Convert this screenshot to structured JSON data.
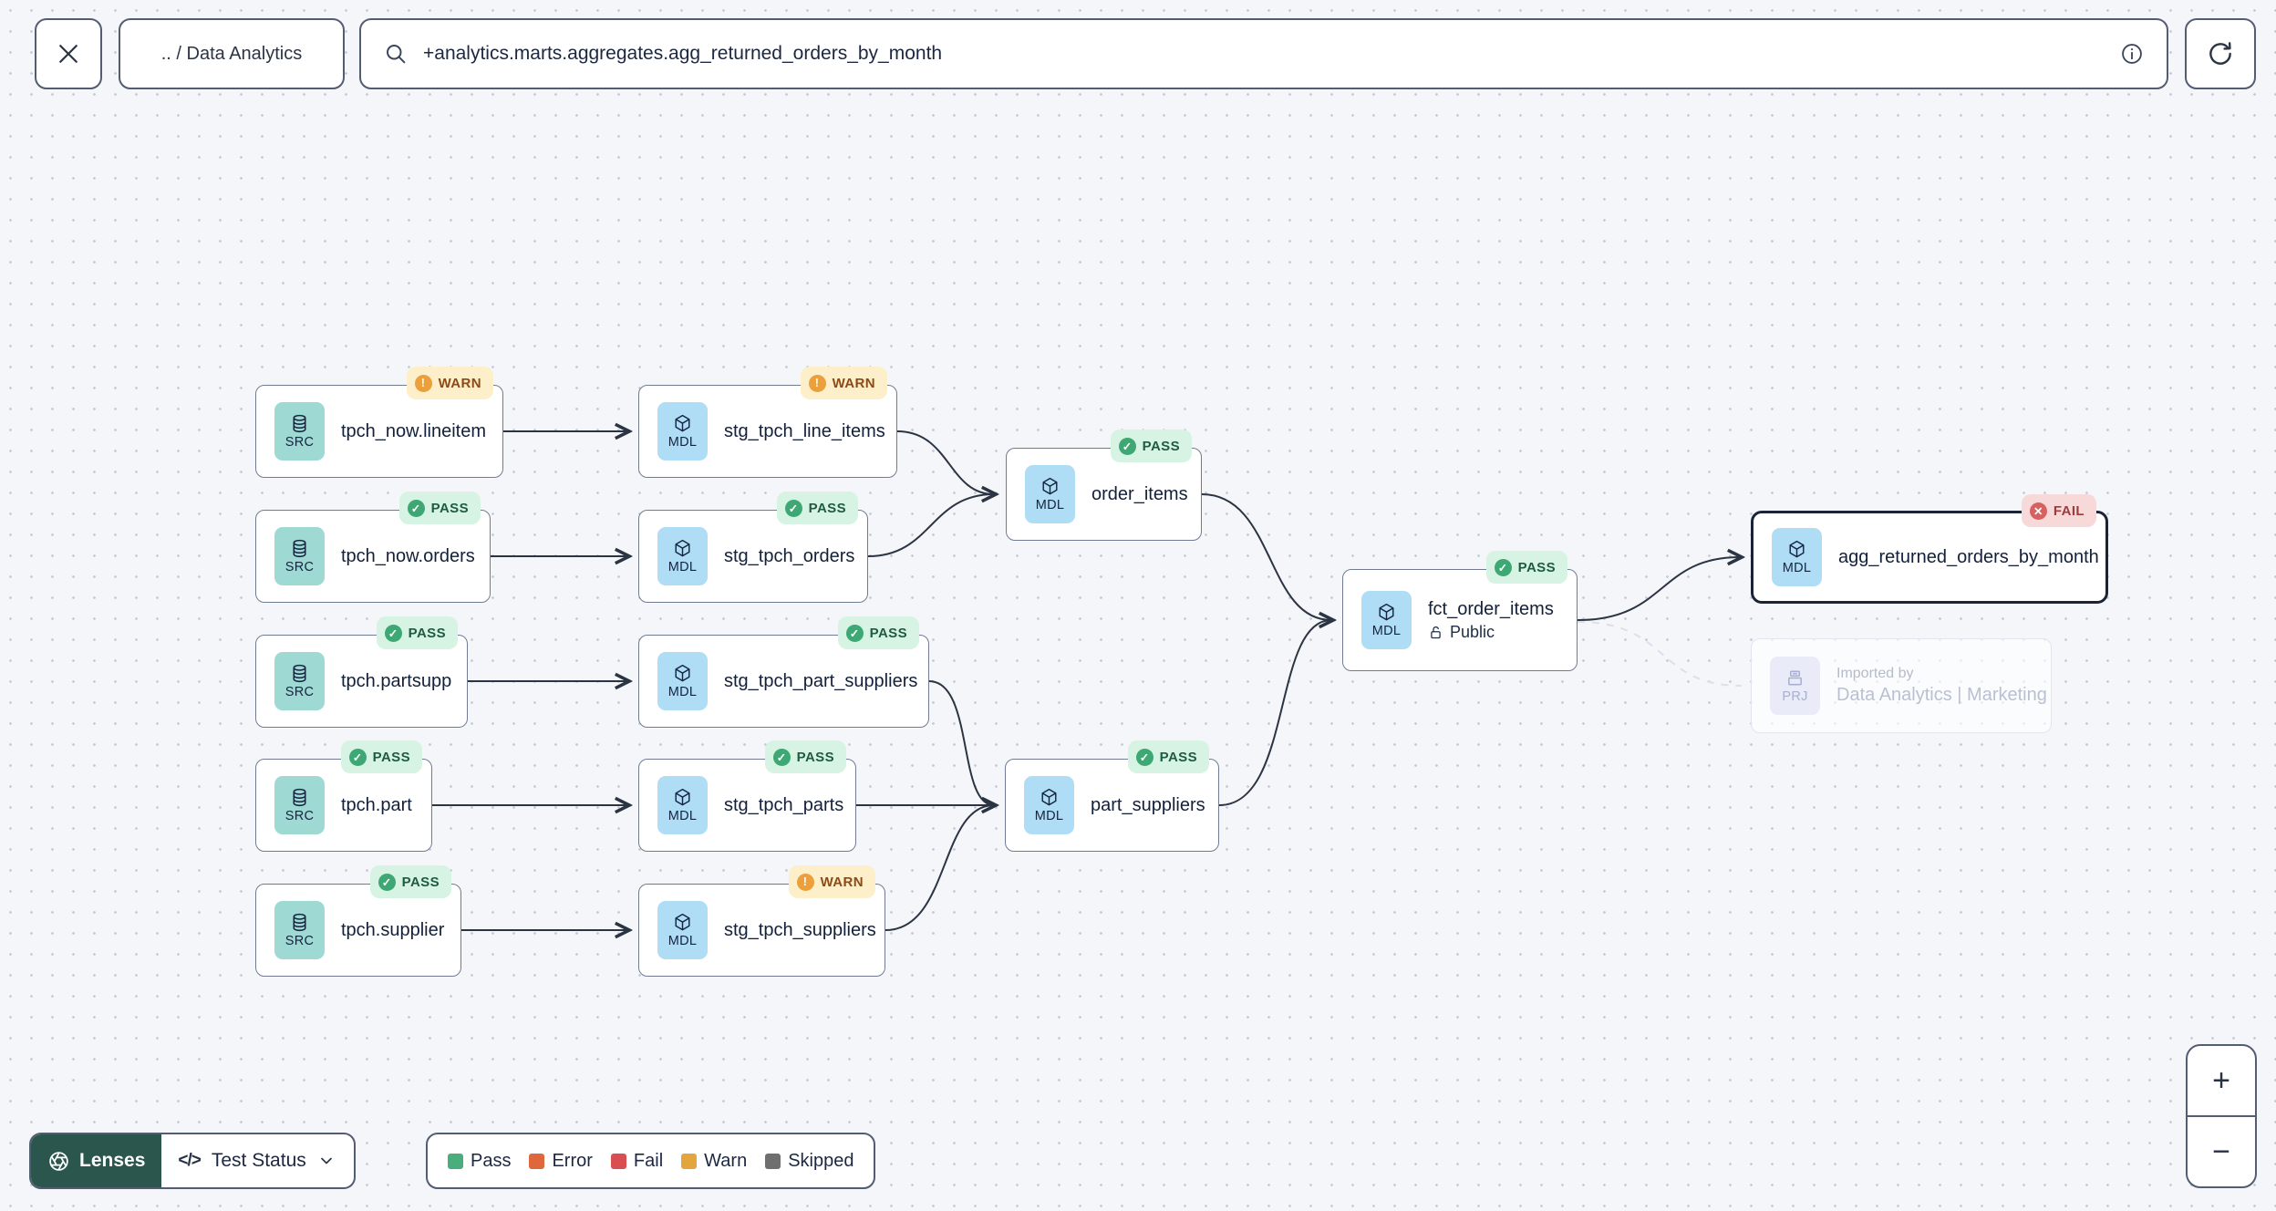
{
  "toolbar": {
    "breadcrumb": ".. / Data Analytics",
    "search_value": "+analytics.marts.aggregates.agg_returned_orders_by_month"
  },
  "graph": {
    "nodes": [
      {
        "id": "tpch_now.lineitem",
        "kind": "SRC",
        "label": "tpch_now.lineitem",
        "status": "WARN"
      },
      {
        "id": "stg_tpch_line_items",
        "kind": "MDL",
        "label": "stg_tpch_line_items",
        "status": "WARN"
      },
      {
        "id": "tpch_now.orders",
        "kind": "SRC",
        "label": "tpch_now.orders",
        "status": "PASS"
      },
      {
        "id": "stg_tpch_orders",
        "kind": "MDL",
        "label": "stg_tpch_orders",
        "status": "PASS"
      },
      {
        "id": "order_items",
        "kind": "MDL",
        "label": "order_items",
        "status": "PASS"
      },
      {
        "id": "fct_order_items",
        "kind": "MDL",
        "label": "fct_order_items",
        "status": "PASS",
        "access": "Public"
      },
      {
        "id": "agg_returned_orders_by_month",
        "kind": "MDL",
        "label": "agg_returned_orders_by_month",
        "status": "FAIL",
        "selected": true
      },
      {
        "id": "tpch.partsupp",
        "kind": "SRC",
        "label": "tpch.partsupp",
        "status": "PASS"
      },
      {
        "id": "stg_tpch_part_suppliers",
        "kind": "MDL",
        "label": "stg_tpch_part_suppliers",
        "status": "PASS"
      },
      {
        "id": "tpch.part",
        "kind": "SRC",
        "label": "tpch.part",
        "status": "PASS"
      },
      {
        "id": "stg_tpch_parts",
        "kind": "MDL",
        "label": "stg_tpch_parts",
        "status": "PASS"
      },
      {
        "id": "part_suppliers",
        "kind": "MDL",
        "label": "part_suppliers",
        "status": "PASS"
      },
      {
        "id": "tpch.supplier",
        "kind": "SRC",
        "label": "tpch.supplier",
        "status": "PASS"
      },
      {
        "id": "stg_tpch_suppliers",
        "kind": "MDL",
        "label": "stg_tpch_suppliers",
        "status": "WARN"
      },
      {
        "id": "imported_by_project",
        "kind": "PRJ",
        "title": "Imported by",
        "label": "Data Analytics | Marketing",
        "faded": true
      }
    ],
    "edges": [
      [
        "tpch_now.lineitem",
        "stg_tpch_line_items"
      ],
      [
        "tpch_now.orders",
        "stg_tpch_orders"
      ],
      [
        "tpch.partsupp",
        "stg_tpch_part_suppliers"
      ],
      [
        "tpch.part",
        "stg_tpch_parts"
      ],
      [
        "tpch.supplier",
        "stg_tpch_suppliers"
      ],
      [
        "stg_tpch_line_items",
        "order_items"
      ],
      [
        "stg_tpch_orders",
        "order_items"
      ],
      [
        "order_items",
        "fct_order_items"
      ],
      [
        "part_suppliers",
        "fct_order_items"
      ],
      [
        "stg_tpch_part_suppliers",
        "part_suppliers"
      ],
      [
        "stg_tpch_parts",
        "part_suppliers"
      ],
      [
        "stg_tpch_suppliers",
        "part_suppliers"
      ],
      [
        "fct_order_items",
        "agg_returned_orders_by_month"
      ],
      [
        "fct_order_items",
        "imported_by_project"
      ]
    ]
  },
  "lenses": {
    "button_label": "Lenses",
    "selected_lens": "Test Status"
  },
  "legend": {
    "items": [
      {
        "label": "Pass",
        "color": "#4aae7c"
      },
      {
        "label": "Error",
        "color": "#e0673c"
      },
      {
        "label": "Fail",
        "color": "#d94f51"
      },
      {
        "label": "Warn",
        "color": "#e2a63d"
      },
      {
        "label": "Skipped",
        "color": "#6f6f6f"
      }
    ]
  },
  "zoom_controls": {
    "zoom_in": "+",
    "zoom_out": "−"
  }
}
